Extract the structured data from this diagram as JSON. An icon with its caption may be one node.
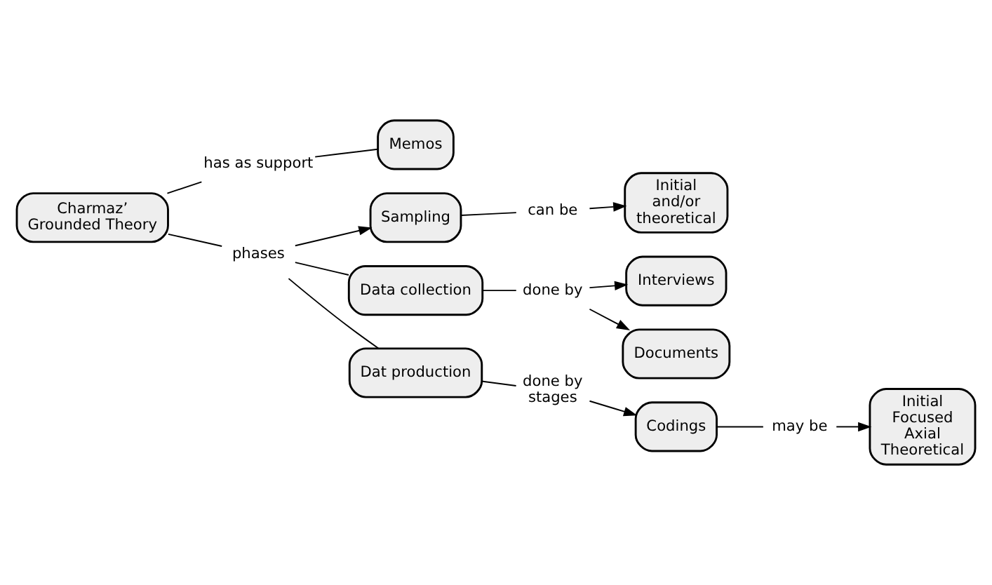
{
  "diagram": {
    "nodes": [
      {
        "text": [
          "Charmaz’ Grounded Theory"
        ]
      },
      {
        "text": [
          "has as support"
        ]
      },
      {
        "text": [
          "Memos"
        ]
      },
      {
        "text": [
          "phases"
        ]
      },
      {
        "text": [
          "Sampling"
        ]
      },
      {
        "text": [
          "can be"
        ]
      },
      {
        "text": [
          "Initial and/or theoretical"
        ]
      },
      {
        "text": [
          "Data collection"
        ]
      },
      {
        "text": [
          "done by"
        ]
      },
      {
        "text": [
          "Interviews"
        ]
      },
      {
        "text": [
          "Documents"
        ]
      },
      {
        "text": [
          "Dat production"
        ]
      },
      {
        "text": [
          "done by stages"
        ]
      },
      {
        "text": [
          "Codings"
        ]
      },
      {
        "text": [
          "may be"
        ]
      },
      {
        "text": [
          "Initial Focused Axial Theoretical"
        ]
      }
    ],
    "edges": [
      {
        "from": 0,
        "to": 1,
        "arrow": "none"
      },
      {
        "from": 1,
        "to": 2,
        "arrow": "none"
      },
      {
        "from": 0,
        "to": 3,
        "arrow": "none"
      },
      {
        "from": 3,
        "to": 4,
        "arrow": "to"
      },
      {
        "from": 3,
        "to": 7,
        "arrow": "none"
      },
      {
        "from": 3,
        "to": 11,
        "arrow": "none"
      },
      {
        "from": 4,
        "to": 5,
        "arrow": "none"
      },
      {
        "from": 5,
        "to": 6,
        "arrow": "to"
      },
      {
        "from": 7,
        "to": 8,
        "arrow": "none"
      },
      {
        "from": 8,
        "to": 9,
        "arrow": "to"
      },
      {
        "from": 8,
        "to": 10,
        "arrow": "to"
      },
      {
        "from": 11,
        "to": 12,
        "arrow": "none"
      },
      {
        "from": 12,
        "to": 13,
        "arrow": "to"
      },
      {
        "from": 13,
        "to": 14,
        "arrow": "none"
      },
      {
        "from": 14,
        "to": 15,
        "arrow": "to"
      }
    ]
  }
}
